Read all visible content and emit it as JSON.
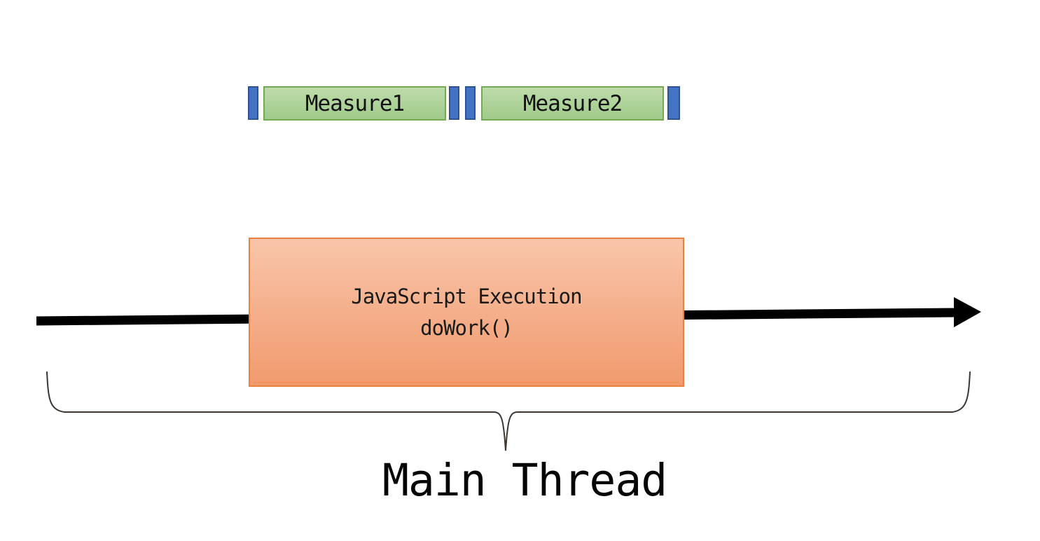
{
  "diagram_title": "Main thread performance measurement diagram",
  "measures": {
    "measure1_label": "Measure1",
    "measure2_label": "Measure2"
  },
  "execution_box": {
    "line1": "JavaScript Execution",
    "line2": "doWork()"
  },
  "caption": "Main Thread",
  "icons": {
    "mark_bars": "performance-mark-tick",
    "arrow": "right-arrow",
    "brace": "curly-underbrace"
  },
  "colors": {
    "background": "#FFFFFF",
    "mark_fill": "#4472C4",
    "mark_border": "#2E5293",
    "measure_fill_top": "#BEDCAB",
    "measure_fill_bottom": "#A0CA8A",
    "measure_border": "#74A953",
    "execution_fill_top": "#F8C5A9",
    "execution_fill_bottom": "#F19A6E",
    "execution_border": "#E8823E",
    "arrow": "#000000",
    "brace": "#3C3632",
    "text": "#111111"
  }
}
